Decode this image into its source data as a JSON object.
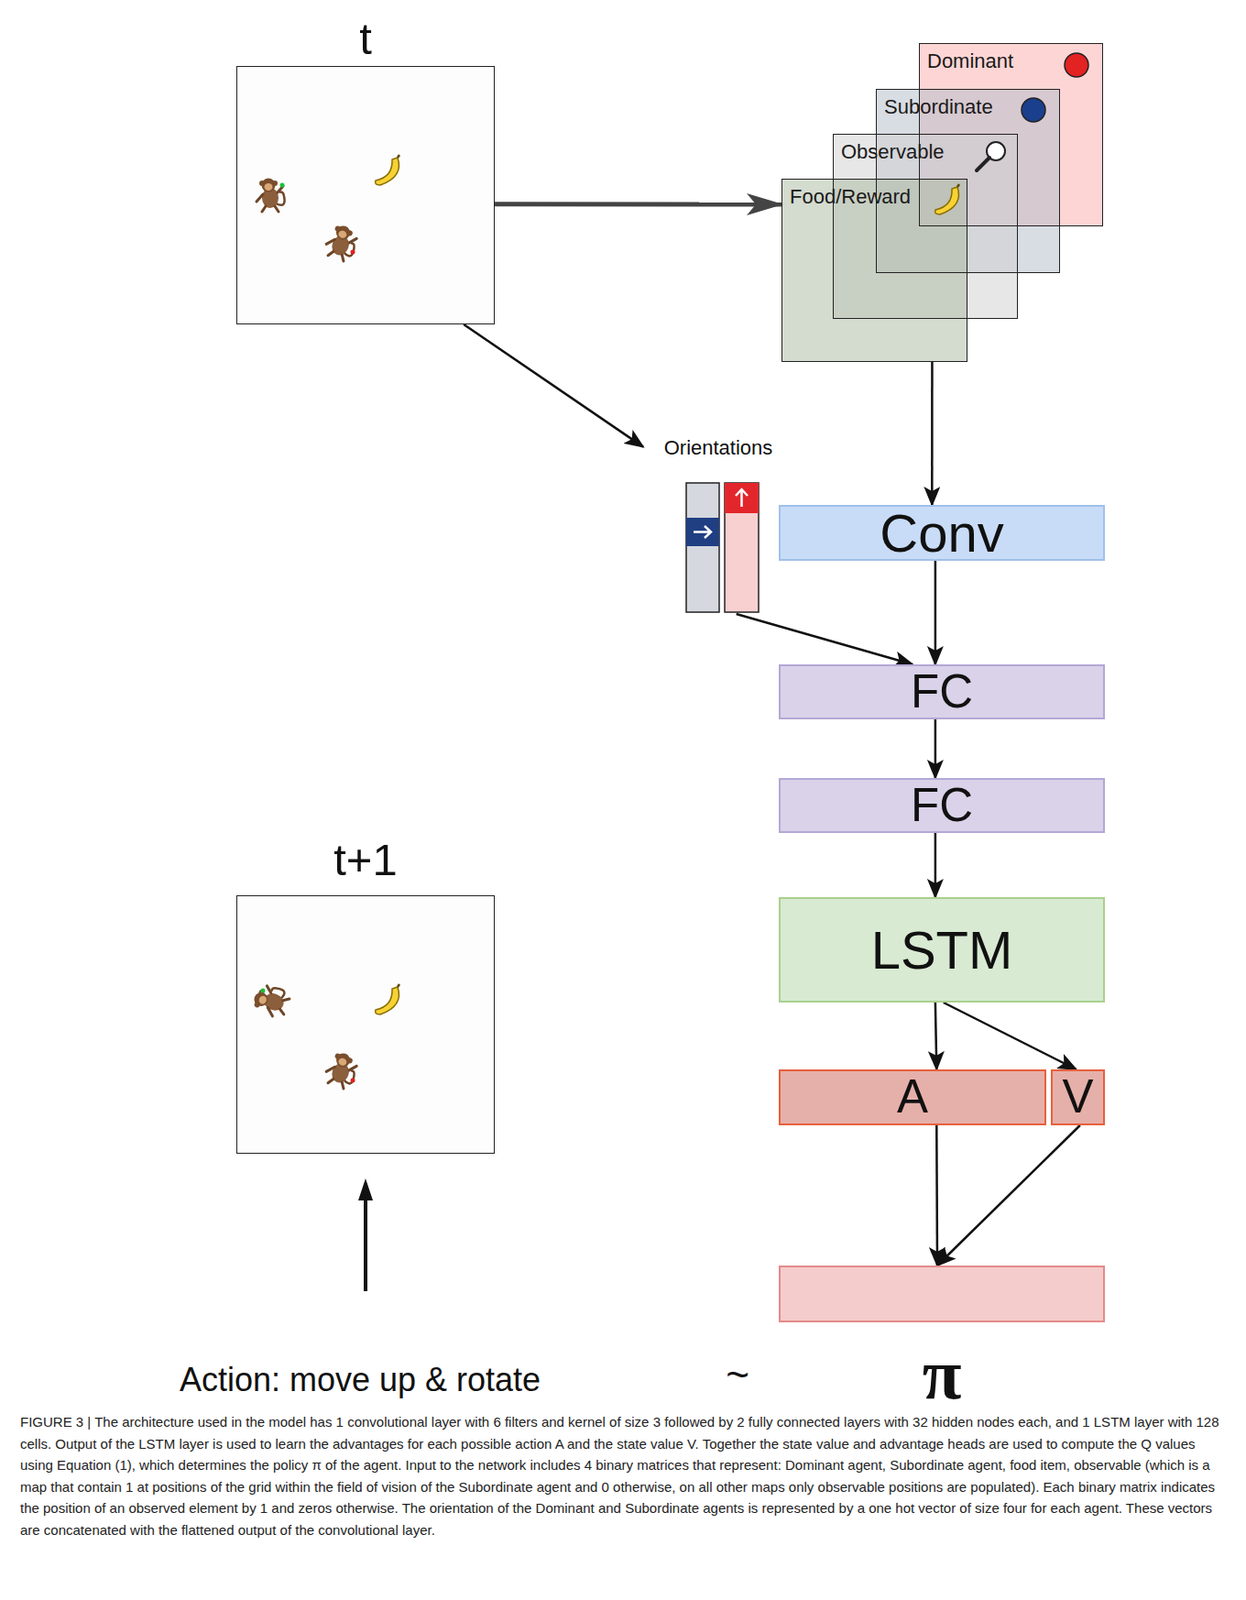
{
  "diagram": {
    "caption": "FIGURE 3 | The architecture used in the model has 1 convolutional layer with 6 filters and kernel of size 3 followed by 2 fully connected layers with 32 hidden nodes each, and 1 LSTM layer with 128 cells. Output of the LSTM layer is used to learn the advantages for each possible action A and the state value V. Together the state value and advantage heads are used to compute the Q values using Equation (1), which determines the policy π of the agent. Input to the network includes 4 binary matrices that represent: Dominant agent, Subordinate agent, food item, observable (which is a map that contain 1 at positions of the grid within the field of vision of the Subordinate agent and 0 otherwise, on all other maps only observable positions are populated). Each binary matrix indicates the position of an observed element by 1 and zeros otherwise. The orientation of the Dominant and Subordinate agents is represented by a one hot vector of size four for each agent. These vectors are concatenated with the flattened output of the convolutional layer.",
    "nodes": [
      {
        "text": [
          "t"
        ]
      },
      {
        "text": [
          "Dominant"
        ]
      },
      {
        "text": [
          "Subordinate"
        ]
      },
      {
        "text": [
          "Observable"
        ]
      },
      {
        "text": [
          "Food/Reward"
        ]
      },
      {
        "text": [
          "Orientations"
        ]
      },
      {
        "text": [
          "Conv"
        ]
      },
      {
        "text": [
          "FC"
        ]
      },
      {
        "text": [
          "FC"
        ]
      },
      {
        "text": [
          "LSTM"
        ]
      },
      {
        "text": [
          "A"
        ]
      },
      {
        "text": [
          "V"
        ]
      },
      {
        "text": [
          "π"
        ]
      },
      {
        "text": [
          "t+1"
        ]
      }
    ],
    "edges": [
      {
        "from": 0,
        "to": 4,
        "arrow": "to"
      },
      {
        "from": 0,
        "to": 5,
        "arrow": "to"
      },
      {
        "from": 4,
        "to": 6,
        "arrow": "to"
      },
      {
        "from": 5,
        "to": 7,
        "arrow": "to"
      },
      {
        "from": 6,
        "to": 7,
        "arrow": "to"
      },
      {
        "from": 7,
        "to": 8,
        "arrow": "to"
      },
      {
        "from": 8,
        "to": 9,
        "arrow": "to"
      },
      {
        "from": 9,
        "to": 10,
        "arrow": "to"
      },
      {
        "from": 9,
        "to": 11,
        "arrow": "to"
      },
      {
        "from": 10,
        "to": 12,
        "arrow": "to"
      },
      {
        "from": 11,
        "to": 12,
        "arrow": "to"
      }
    ],
    "labels": [
      "Action: move up & rotate",
      "~"
    ]
  }
}
